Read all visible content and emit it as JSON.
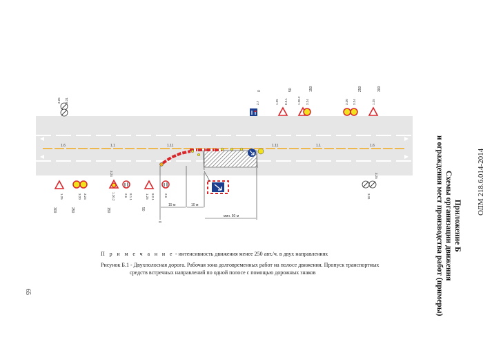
{
  "document": {
    "code": "ОДМ 218.6.014-2014",
    "appendix_title": "Приложение Б",
    "appendix_subtitle_1": "Схемы организации движения",
    "appendix_subtitle_2": "и ограждения мест производства работ (примеры)",
    "note_label": "П р и м е ч а н и е",
    "note_text": " - интенсивность движения менее 250 авт./ч. в двух направлениях",
    "caption_line1": "Рисунок Б.1 -  Двухполосная дорога. Рабочая зона долговременных работ на полосе движения. Пропуск транспортных",
    "caption_line2": "средств встречных направлений по одной полосе с помощью дорожных знаков",
    "page_number": "65"
  },
  "diagram": {
    "markings": [
      "1.6",
      "1.1",
      "1.11",
      "1.11",
      "1.1",
      "1.6"
    ],
    "top_distances": [
      "0",
      "50",
      "150",
      "250",
      "300"
    ],
    "bottom_distances": [
      "300",
      "250",
      "150",
      "50",
      "0"
    ],
    "dimensions": [
      "15 м",
      "10 м",
      "мин. 50 м"
    ],
    "top_signs": [
      {
        "codes": [
          "3.31",
          "3.25"
        ],
        "icon": "no-overtaking-end-sign"
      },
      {
        "codes": [
          "2.7"
        ],
        "icon": "priority-over-oncoming-sign"
      },
      {
        "codes": [
          "1.25",
          "8.2.1"
        ],
        "icon": "road-works-sign"
      },
      {
        "codes": [
          "1.20.2",
          "3.24"
        ],
        "icon": "narrowing-sign"
      },
      {
        "codes": [
          "3.20",
          "3.24"
        ],
        "icon": "no-overtaking-sign"
      },
      {
        "codes": [
          "1.25"
        ],
        "icon": "road-works-sign"
      }
    ],
    "bottom_signs": [
      {
        "codes": [
          "1.25"
        ],
        "icon": "road-works-sign"
      },
      {
        "codes": [
          "3.20",
          "3.24"
        ],
        "icon": "no-overtaking-sign"
      },
      {
        "codes": [
          "3.24",
          "1.20.2"
        ],
        "icon": "narrowing-sign"
      },
      {
        "codes": [
          "2.6",
          "8.1.1"
        ],
        "icon": "yield-oncoming-sign"
      },
      {
        "codes": [
          "1.25",
          "8.2.1"
        ],
        "icon": "road-works-sign"
      },
      {
        "codes": [
          "2.6"
        ],
        "icon": "yield-oncoming-sign"
      },
      {
        "codes": [
          "3.31",
          "3.25"
        ],
        "icon": "no-overtaking-end-sign"
      }
    ],
    "colors": {
      "road": "#e6e6e6",
      "marking": "#f2a81d",
      "barrier_red": "#d8262b",
      "sign_blue": "#1b3e8e",
      "work_zone": "#ffffff"
    }
  }
}
